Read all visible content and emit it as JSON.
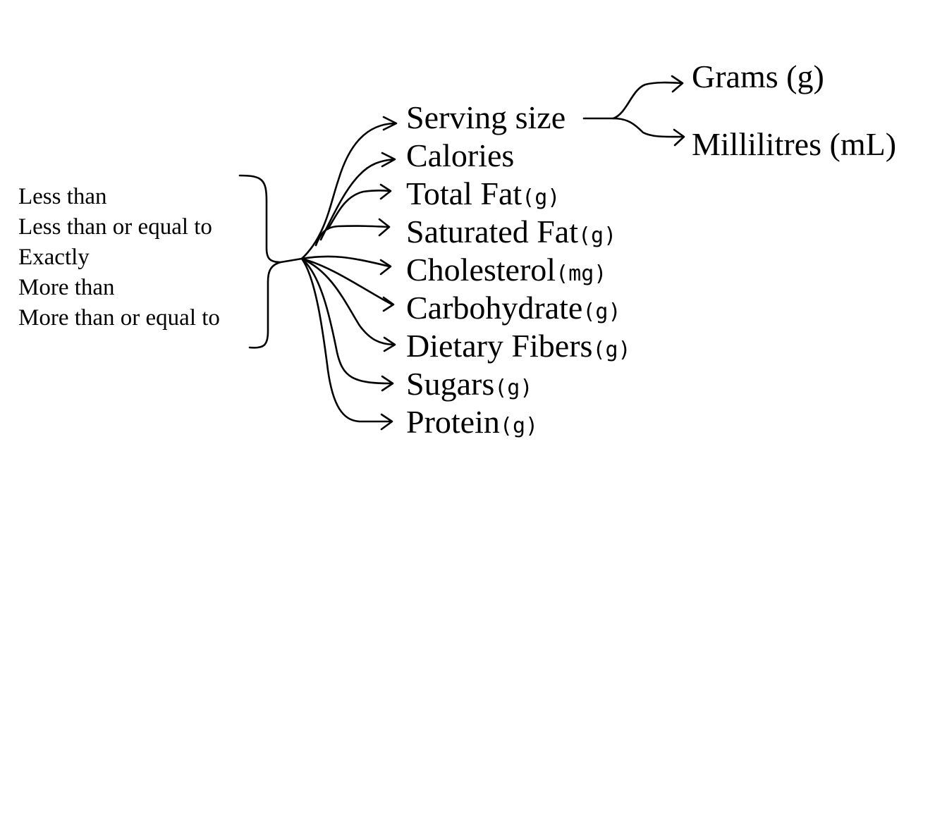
{
  "conditions": [
    "Less than",
    "Less than or equal to",
    "Exactly",
    "More than",
    "More than or equal to"
  ],
  "nutrients": [
    {
      "label": "Serving size",
      "unit": ""
    },
    {
      "label": "Calories",
      "unit": ""
    },
    {
      "label": "Total Fat",
      "unit": "(g)"
    },
    {
      "label": "Saturated Fat",
      "unit": "(g)"
    },
    {
      "label": "Cholesterol",
      "unit": "(mg)"
    },
    {
      "label": "Carbohydrate",
      "unit": "(g)"
    },
    {
      "label": "Dietary Fibers",
      "unit": "(g)"
    },
    {
      "label": "Sugars",
      "unit": "(g)"
    },
    {
      "label": "Protein",
      "unit": "(g)"
    }
  ],
  "serving_units": [
    "Grams (g)",
    "Millilitres (mL)"
  ]
}
